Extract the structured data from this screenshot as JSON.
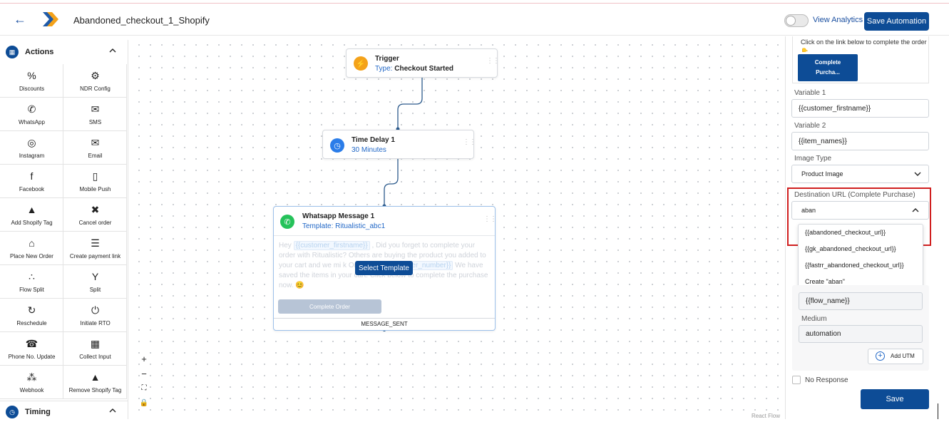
{
  "header": {
    "title": "Abandoned_checkout_1_Shopify",
    "view_analytics": "View Analytics",
    "save_automation": "Save Automation"
  },
  "sidebar": {
    "actions_title": "Actions",
    "timing_title": "Timing",
    "items": [
      {
        "label": "Discounts",
        "icon": "percent-icon"
      },
      {
        "label": "NDR Config",
        "icon": "gear-icon"
      },
      {
        "label": "WhatsApp",
        "icon": "whatsapp-icon"
      },
      {
        "label": "SMS",
        "icon": "sms-icon"
      },
      {
        "label": "Instagram",
        "icon": "instagram-icon"
      },
      {
        "label": "Email",
        "icon": "email-icon"
      },
      {
        "label": "Facebook",
        "icon": "facebook-icon"
      },
      {
        "label": "Mobile Push",
        "icon": "mobile-push-icon"
      },
      {
        "label": "Add Shopify Tag",
        "icon": "shopify-bag-icon"
      },
      {
        "label": "Cancel order",
        "icon": "cancel-cart-icon"
      },
      {
        "label": "Place New Order",
        "icon": "cart-icon"
      },
      {
        "label": "Create payment link",
        "icon": "payment-link-icon"
      },
      {
        "label": "Flow Split",
        "icon": "flow-split-icon"
      },
      {
        "label": "Split",
        "icon": "split-icon"
      },
      {
        "label": "Reschedule",
        "icon": "reschedule-icon"
      },
      {
        "label": "Initiate RTO",
        "icon": "power-icon"
      },
      {
        "label": "Phone No. Update",
        "icon": "phone-update-icon"
      },
      {
        "label": "Collect Input",
        "icon": "collect-input-icon"
      },
      {
        "label": "Webhook",
        "icon": "webhook-icon"
      },
      {
        "label": "Remove Shopify Tag",
        "icon": "shopify-bag-icon"
      }
    ]
  },
  "canvas": {
    "trigger": {
      "title": "Trigger",
      "type_label": "Type:",
      "type_value": "Checkout Started"
    },
    "delay": {
      "title": "Time Delay 1",
      "value": "30 Minutes"
    },
    "message": {
      "title": "Whatsapp Message 1",
      "template": "Template: Ritualistic_abc1",
      "body_1": "Hey ",
      "var_1": "{{customer_firstname}}",
      "body_2": " , Did you forget to complete your order with Ritualistic? Others are buying the product you added to your cart and we mi",
      "body_3": "k Order Details: ",
      "var_2": "{{order_number}}",
      "body_4": " We have saved the items in your cart. Click below to complete the purchase now. 😊",
      "select_template": "Select Template",
      "complete_order": "Complete Order",
      "status": "MESSAGE_SENT"
    },
    "watermark": "React Flow"
  },
  "panel": {
    "preview_text": "Click on the link below to complete the order 👇",
    "preview_button": "Complete Purcha...",
    "variable1_label": "Variable 1",
    "variable1_value": "{{customer_firstname}}",
    "variable2_label": "Variable 2",
    "variable2_value": "{{item_names}}",
    "image_type_label": "Image Type",
    "image_type_value": "Product Image",
    "dest_url_label": "Destination URL (Complete Purchase)",
    "dest_url_value": "aban",
    "dropdown_options": [
      "{{abandoned_checkout_url}}",
      "{{gk_abandoned_checkout_url}}",
      "{{fastrr_abandoned_checkout_url}}",
      "Create \"aban\""
    ],
    "campaign_value": "{{flow_name}}",
    "medium_label": "Medium",
    "medium_value": "automation",
    "add_utm": "Add UTM",
    "no_response": "No Response",
    "save": "Save"
  },
  "colors": {
    "primary": "#0d4c96",
    "highlight_border": "#d01f1f",
    "link": "#2268c7"
  }
}
